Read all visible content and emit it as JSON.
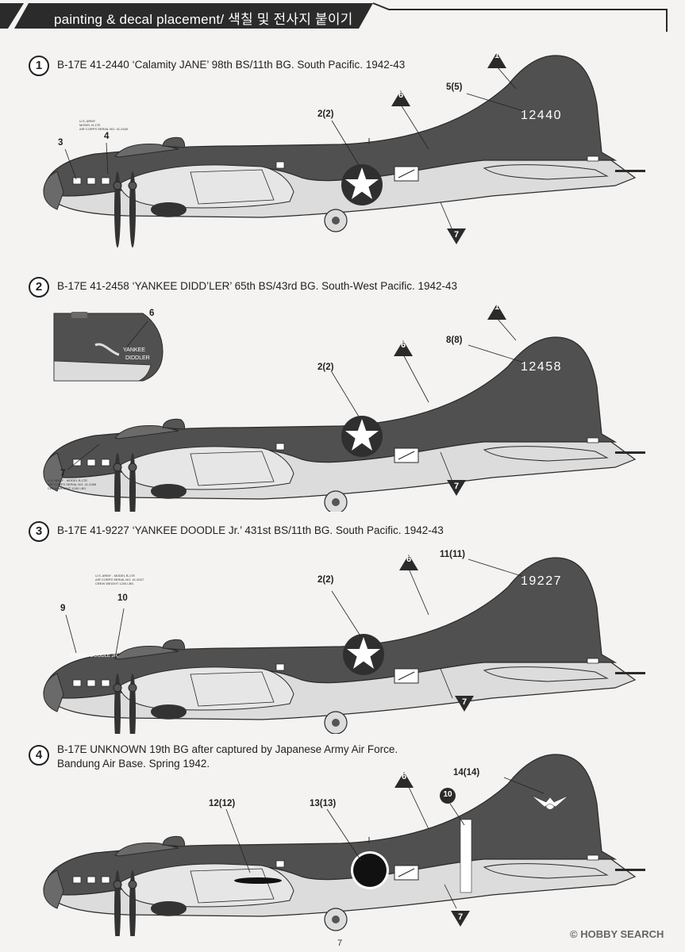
{
  "header": {
    "title": "painting & decal placement/ 색칠 및 전사지 붙이기",
    "bar_color": "#2b2b2b"
  },
  "colors": {
    "upper_camo": "#505050",
    "lower": "#dcdcdc",
    "outline": "#2a2a2a",
    "insignia_blue": "#2f2f2f",
    "white": "#ffffff",
    "hinomaru": "#111111"
  },
  "schemes": [
    {
      "number": "1",
      "title": "B-17E 41-2440  ‘Calamity JANE’  98th BS/11th BG. South Pacific. 1942-43",
      "tail_number": "12440",
      "stencil": "U.S. ARMY\nMODEL B-17E\nAIR CORPS SERIAL NO. 41-2440",
      "callouts": [
        "1",
        "5(5)",
        "6",
        "2(2)",
        "3",
        "4",
        "7"
      ]
    },
    {
      "number": "2",
      "title": "B-17E 41-2458  ‘YANKEE DIDD’LER’  65th BS/43rd BG. South-West Pacific. 1942-43",
      "tail_number": "12458",
      "nose_art": "YANKEE DIDDLER",
      "stencil": "U.S. ARMY - MODEL B-17E\nAIR CORPS SERIAL NO. 41-2458\nCREW WEIGHT 1200 LBS.",
      "callouts": [
        "1",
        "8(8)",
        "6",
        "6",
        "2(2)",
        "7",
        "7"
      ]
    },
    {
      "number": "3",
      "title": "B-17E 41-9227  ‘YANKEE DOODLE Jr.’  431st BS/11th BG. South Pacific. 1942-43",
      "tail_number": "19227",
      "nose_art": "YANKEE DOODLE JR.",
      "stencil": "U.S. ARMY - MODEL B-17E\nAIR CORPS SERIAL NO. 41-9227\nCREW WEIGHT 1200 LBS.",
      "callouts": [
        "11(11)",
        "6",
        "2(2)",
        "9",
        "10",
        "7"
      ]
    },
    {
      "number": "4",
      "title": "B-17E UNKNOWN  19th BG after captured by Japanese Army Air Force.",
      "title_line2": "Bandung Air Base. Spring 1942.",
      "callouts": [
        "14(14)",
        "6",
        "10",
        "12(12)",
        "13(13)",
        "7"
      ]
    }
  ],
  "footer": {
    "page_number": "7",
    "watermark": "© HOBBY SEARCH"
  }
}
